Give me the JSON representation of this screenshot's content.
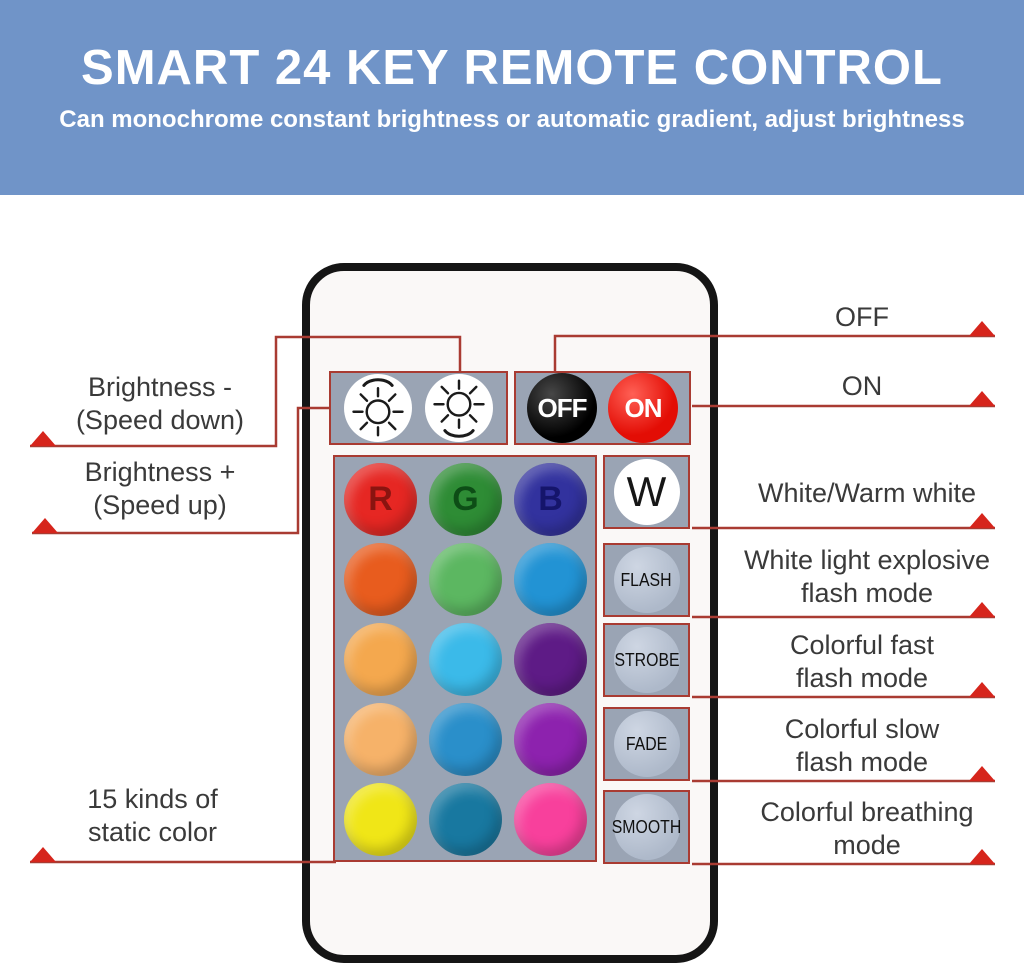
{
  "header": {
    "title": "SMART 24 KEY REMOTE CONTROL",
    "subtitle": "Can monochrome constant brightness or automatic gradient, adjust brightness"
  },
  "labels": {
    "off": {
      "text": "OFF"
    },
    "on": {
      "text": "ON"
    },
    "brightness_down": {
      "line1": "Brightness -",
      "line2": "(Speed down)"
    },
    "brightness_up": {
      "line1": "Brightness +",
      "line2": "(Speed up)"
    },
    "white_warm": {
      "text": "White/Warm white"
    },
    "white_flash": {
      "line1": "White light explosive",
      "line2": "flash mode"
    },
    "colorful_fast": {
      "line1": "Colorful fast",
      "line2": "flash mode"
    },
    "colorful_slow": {
      "line1": "Colorful slow",
      "line2": "flash mode"
    },
    "colorful_breathing": {
      "line1": "Colorful breathing",
      "line2": "mode"
    },
    "static_colors": {
      "line1": "15 kinds of",
      "line2": "static color"
    }
  },
  "remote": {
    "brightness_buttons": [
      {
        "icon": "sun-brightness-up-icon"
      },
      {
        "icon": "sun-brightness-down-icon"
      }
    ],
    "power_buttons": [
      {
        "label": "OFF",
        "color": "#0b0b0b"
      },
      {
        "label": "ON",
        "color": "#e81208"
      }
    ],
    "mode_buttons": [
      {
        "label": "W",
        "bg": "#ffffff"
      },
      {
        "label": "FLASH",
        "bg": "#b6c0d0"
      },
      {
        "label": "STROBE",
        "bg": "#b6c0d0"
      },
      {
        "label": "FADE",
        "bg": "#b6c0d0"
      },
      {
        "label": "SMOOTH",
        "bg": "#b6c0d0"
      }
    ],
    "color_grid": [
      [
        {
          "color": "#e62723",
          "label": "R",
          "label_color": "#8a1410"
        },
        {
          "color": "#2e8c35",
          "label": "G",
          "label_color": "#0d4d16"
        },
        {
          "color": "#32329e",
          "label": "B",
          "label_color": "#15156b"
        }
      ],
      [
        {
          "color": "#e85c1e"
        },
        {
          "color": "#5cb761"
        },
        {
          "color": "#2293d4"
        }
      ],
      [
        {
          "color": "#f4a84e"
        },
        {
          "color": "#3bbae9"
        },
        {
          "color": "#5e1b86"
        }
      ],
      [
        {
          "color": "#f6b269"
        },
        {
          "color": "#2a8fca"
        },
        {
          "color": "#8d22ae"
        }
      ],
      [
        {
          "color": "#f0e617"
        },
        {
          "color": "#1878a0"
        },
        {
          "color": "#f8409c"
        }
      ]
    ]
  },
  "palette": {
    "header_bg": "#7094c8",
    "annotation_line": "#a93b32",
    "annotation_arrow": "#d6251c",
    "panel_gray": "#9aa4b4",
    "remote_border": "#151515",
    "remote_bg": "#faf8f7"
  }
}
